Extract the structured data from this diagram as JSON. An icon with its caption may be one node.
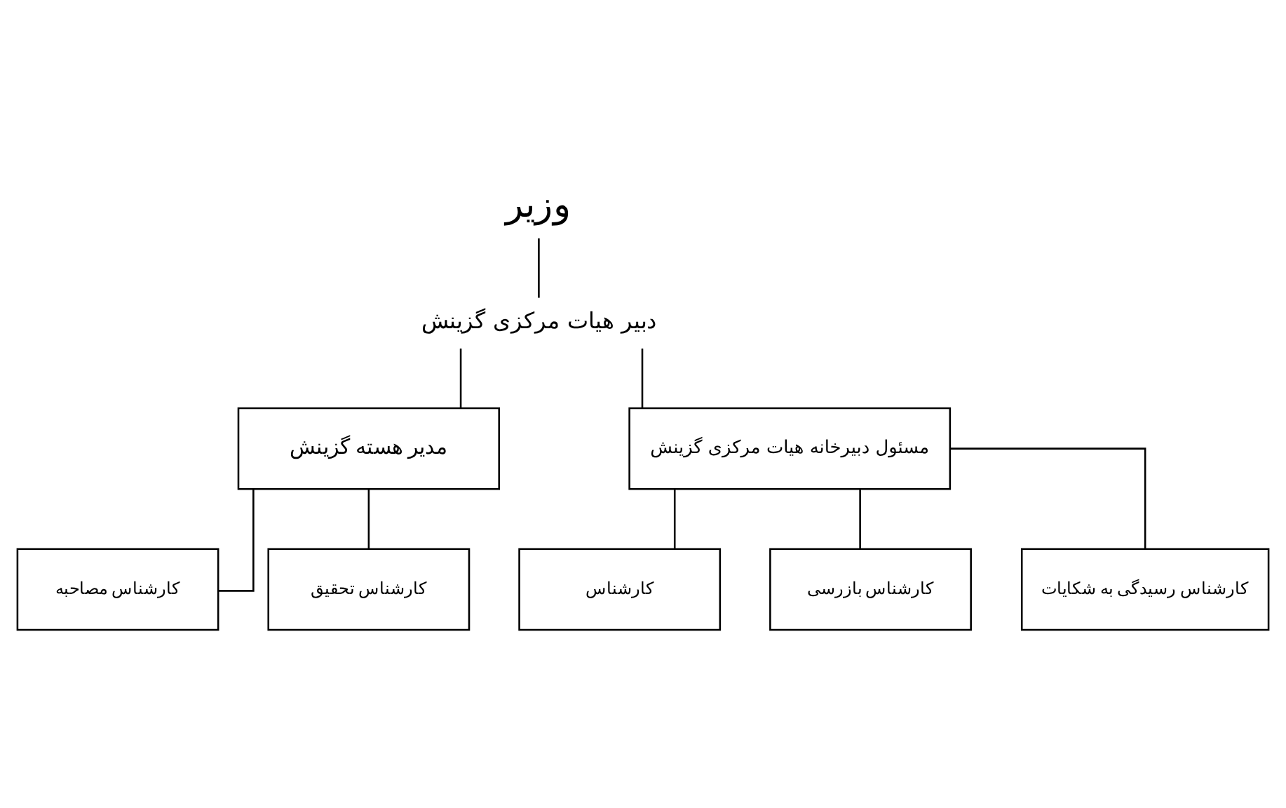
{
  "diagram": {
    "nodes": [
      {
        "text": [
          "وزیر"
        ]
      },
      {
        "text": [
          "دبیر هیات مرکزی گزینش"
        ]
      },
      {
        "text": [
          "مدیر هسته گزینش"
        ]
      },
      {
        "text": [
          "مسئول دبیرخانه هیات مرکزی گزینش"
        ]
      },
      {
        "text": [
          "کارشناس مصاحبه"
        ]
      },
      {
        "text": [
          "کارشناس تحقیق"
        ]
      },
      {
        "text": [
          "کارشناس"
        ]
      },
      {
        "text": [
          "کارشناس بازرسی"
        ]
      },
      {
        "text": [
          "کارشناس رسیدگی به شکایات"
        ]
      }
    ],
    "edges": [
      {
        "from": 0,
        "to": 1,
        "arrow": "none"
      },
      {
        "from": 1,
        "to": 2,
        "arrow": "none"
      },
      {
        "from": 1,
        "to": 3,
        "arrow": "none"
      },
      {
        "from": 2,
        "to": 4,
        "arrow": "none"
      },
      {
        "from": 2,
        "to": 5,
        "arrow": "none"
      },
      {
        "from": 3,
        "to": 6,
        "arrow": "none"
      },
      {
        "from": 3,
        "to": 7,
        "arrow": "none"
      },
      {
        "from": 3,
        "to": 8,
        "arrow": "none"
      }
    ]
  }
}
